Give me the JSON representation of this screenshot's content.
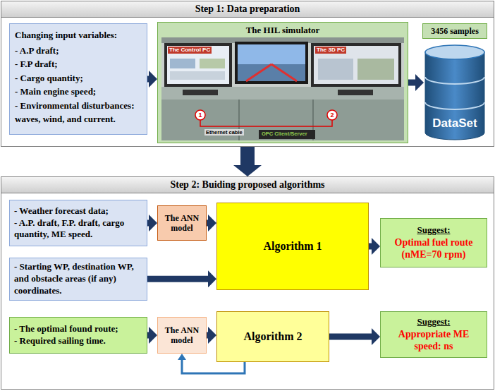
{
  "diagram": {
    "nodes": [
      {
        "text": [
          "Step 1: Data preparation"
        ]
      },
      {
        "text": [
          "Changing input variables:",
          "- A.P draft;",
          "- F.P draft;",
          "- Cargo quantity;",
          "- Main engine speed;",
          "- Environmental disturbances: waves, wind, and current."
        ],
        "in": 0
      },
      {
        "text": [
          "The HIL simulator"
        ],
        "in": 0
      },
      {
        "text": [
          "3456 samples"
        ],
        "in": 0
      },
      {
        "text": [
          "DataSet"
        ],
        "in": 0
      },
      {
        "text": [
          "Step 2: Buiding proposed algorithms"
        ]
      },
      {
        "text": [
          "- Weather forecast data;",
          "- A.P. draft, F.P. draft, cargo quantity, ME speed."
        ],
        "in": 5
      },
      {
        "text": [
          "The ANN model"
        ],
        "in": 5
      },
      {
        "text": [
          "Algorithm 1"
        ],
        "in": 5
      },
      {
        "text": [
          "Suggest:",
          "Optimal fuel route (nME=70 rpm)"
        ],
        "in": 5
      },
      {
        "text": [
          "- Starting WP, destination WP, and obstacle areas (if any) coordinates."
        ],
        "in": 5
      },
      {
        "text": [
          "- The optimal found route;",
          "- Required sailing time."
        ],
        "in": 5
      },
      {
        "text": [
          "The ANN model"
        ],
        "in": 5
      },
      {
        "text": [
          "Algorithm 2"
        ],
        "in": 5
      },
      {
        "text": [
          "Suggest:",
          "Appropriate ME speed: ns"
        ],
        "in": 5
      }
    ],
    "edges": [
      {
        "from": 1,
        "to": 2,
        "arrow": "to"
      },
      {
        "from": 2,
        "to": 4,
        "arrow": "to"
      },
      {
        "from": 0,
        "to": 5,
        "arrow": "to"
      },
      {
        "from": 6,
        "to": 7,
        "arrow": "to"
      },
      {
        "from": 7,
        "to": 8,
        "arrow": "to"
      },
      {
        "from": 10,
        "to": 8,
        "arrow": "to"
      },
      {
        "from": 8,
        "to": 9,
        "arrow": "to"
      },
      {
        "from": 11,
        "to": 12,
        "arrow": "to"
      },
      {
        "from": 12,
        "to": 13,
        "arrow": "to"
      },
      {
        "from": 13,
        "to": 14,
        "arrow": "to"
      },
      {
        "from": 13,
        "to": 12,
        "arrow": "to"
      }
    ],
    "labels": [
      "The Control PC",
      "The 3D PC",
      "1",
      "2",
      "Ethernet cable",
      "OPC Client/Server"
    ]
  }
}
